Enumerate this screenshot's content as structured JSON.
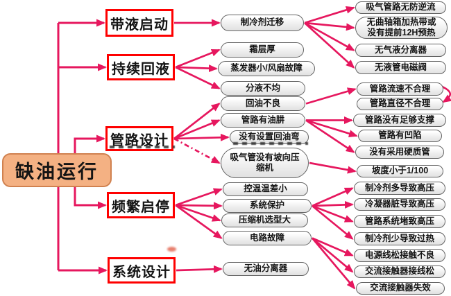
{
  "root": {
    "label": "缺油运行"
  },
  "categories": [
    {
      "label": "带液启动"
    },
    {
      "label": "持续回液"
    },
    {
      "label": "管路设计"
    },
    {
      "label": "频繁启停"
    },
    {
      "label": "系统设计"
    }
  ],
  "mid": [
    {
      "label": "制冷剂迁移"
    },
    {
      "label": "霜层厚"
    },
    {
      "label": "蒸发器小/风扇故障"
    },
    {
      "label": "分液不均"
    },
    {
      "label": "回油不良"
    },
    {
      "label": "管路有油肼"
    },
    {
      "label": "没有设置回油弯"
    },
    {
      "label": "吸气管没有坡向压缩机"
    },
    {
      "label": "控温温差小"
    },
    {
      "label": "系统保护"
    },
    {
      "label": "压缩机选型大"
    },
    {
      "label": "电路故障"
    },
    {
      "label": "无油分离器"
    }
  ],
  "right": [
    {
      "label": "吸气管路无防逆流"
    },
    {
      "label": "无曲轴箱加热带或没有提前12H预热"
    },
    {
      "label": "无气液分离器"
    },
    {
      "label": "无液管电磁阀"
    },
    {
      "label": "管路流速不合理"
    },
    {
      "label": "管路直径不合理"
    },
    {
      "label": "管路没有足够支撑"
    },
    {
      "label": "管路有凹陷"
    },
    {
      "label": "没有采用硬质管"
    },
    {
      "label": "坡度小于1/100"
    },
    {
      "label": "制冷剂多导致高压"
    },
    {
      "label": "冷凝器脏导致高压"
    },
    {
      "label": "管路系统堵致高压"
    },
    {
      "label": "制冷剂少导致过热"
    },
    {
      "label": "电源线松接触不良"
    },
    {
      "label": "交流接触器接线松"
    },
    {
      "label": "交流接触器失效"
    }
  ],
  "edges": [
    {
      "from": "root",
      "to": "c0",
      "type": "trunk"
    },
    {
      "from": "root",
      "to": "c1",
      "type": "trunk"
    },
    {
      "from": "root",
      "to": "c2",
      "type": "elbow"
    },
    {
      "from": "root",
      "to": "c3",
      "type": "elbow"
    },
    {
      "from": "root",
      "to": "c4",
      "type": "trunk"
    },
    {
      "from": "c0",
      "to": "m0"
    },
    {
      "from": "c1",
      "to": "m1"
    },
    {
      "from": "c1",
      "to": "m2"
    },
    {
      "from": "c1",
      "to": "m3"
    },
    {
      "from": "c2",
      "to": "m4"
    },
    {
      "from": "c2",
      "to": "m5"
    },
    {
      "from": "c2",
      "to": "m6"
    },
    {
      "from": "c2",
      "to": "m7",
      "style": "dashdot"
    },
    {
      "from": "c3",
      "to": "m8"
    },
    {
      "from": "c3",
      "to": "m9"
    },
    {
      "from": "c3",
      "to": "m10"
    },
    {
      "from": "c3",
      "to": "m11"
    },
    {
      "from": "c4",
      "to": "m12"
    },
    {
      "from": "m0",
      "to": "r0"
    },
    {
      "from": "m0",
      "to": "r1"
    },
    {
      "from": "m0",
      "to": "r2"
    },
    {
      "from": "m0",
      "to": "r3"
    },
    {
      "from": "m4",
      "to": "r4"
    },
    {
      "from": "r4",
      "to": "r5",
      "type": "curve"
    },
    {
      "from": "m5",
      "to": "r6"
    },
    {
      "from": "m5",
      "to": "r7"
    },
    {
      "from": "m5",
      "to": "r8"
    },
    {
      "from": "m7",
      "to": "r9"
    },
    {
      "from": "m9",
      "to": "r10"
    },
    {
      "from": "m9",
      "to": "r11"
    },
    {
      "from": "m9",
      "to": "r12"
    },
    {
      "from": "m9",
      "to": "r13"
    },
    {
      "from": "m11",
      "to": "r14"
    },
    {
      "from": "m11",
      "to": "r15"
    },
    {
      "from": "m11",
      "to": "r16"
    }
  ],
  "colors": {
    "arrow": "#E6175E",
    "category_border": "#FE0000",
    "root_fill": "#F4B183",
    "root_border": "#D0814F",
    "pill_border": "#636363"
  }
}
